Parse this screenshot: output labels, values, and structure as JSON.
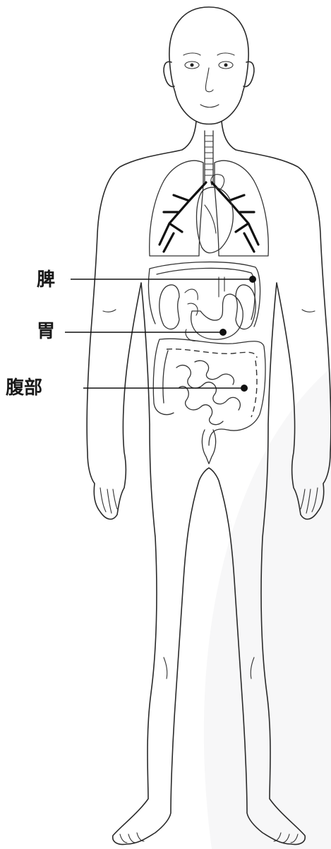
{
  "labels": {
    "spleen": "脾",
    "stomach": "胃",
    "abdomen": "腹部"
  }
}
